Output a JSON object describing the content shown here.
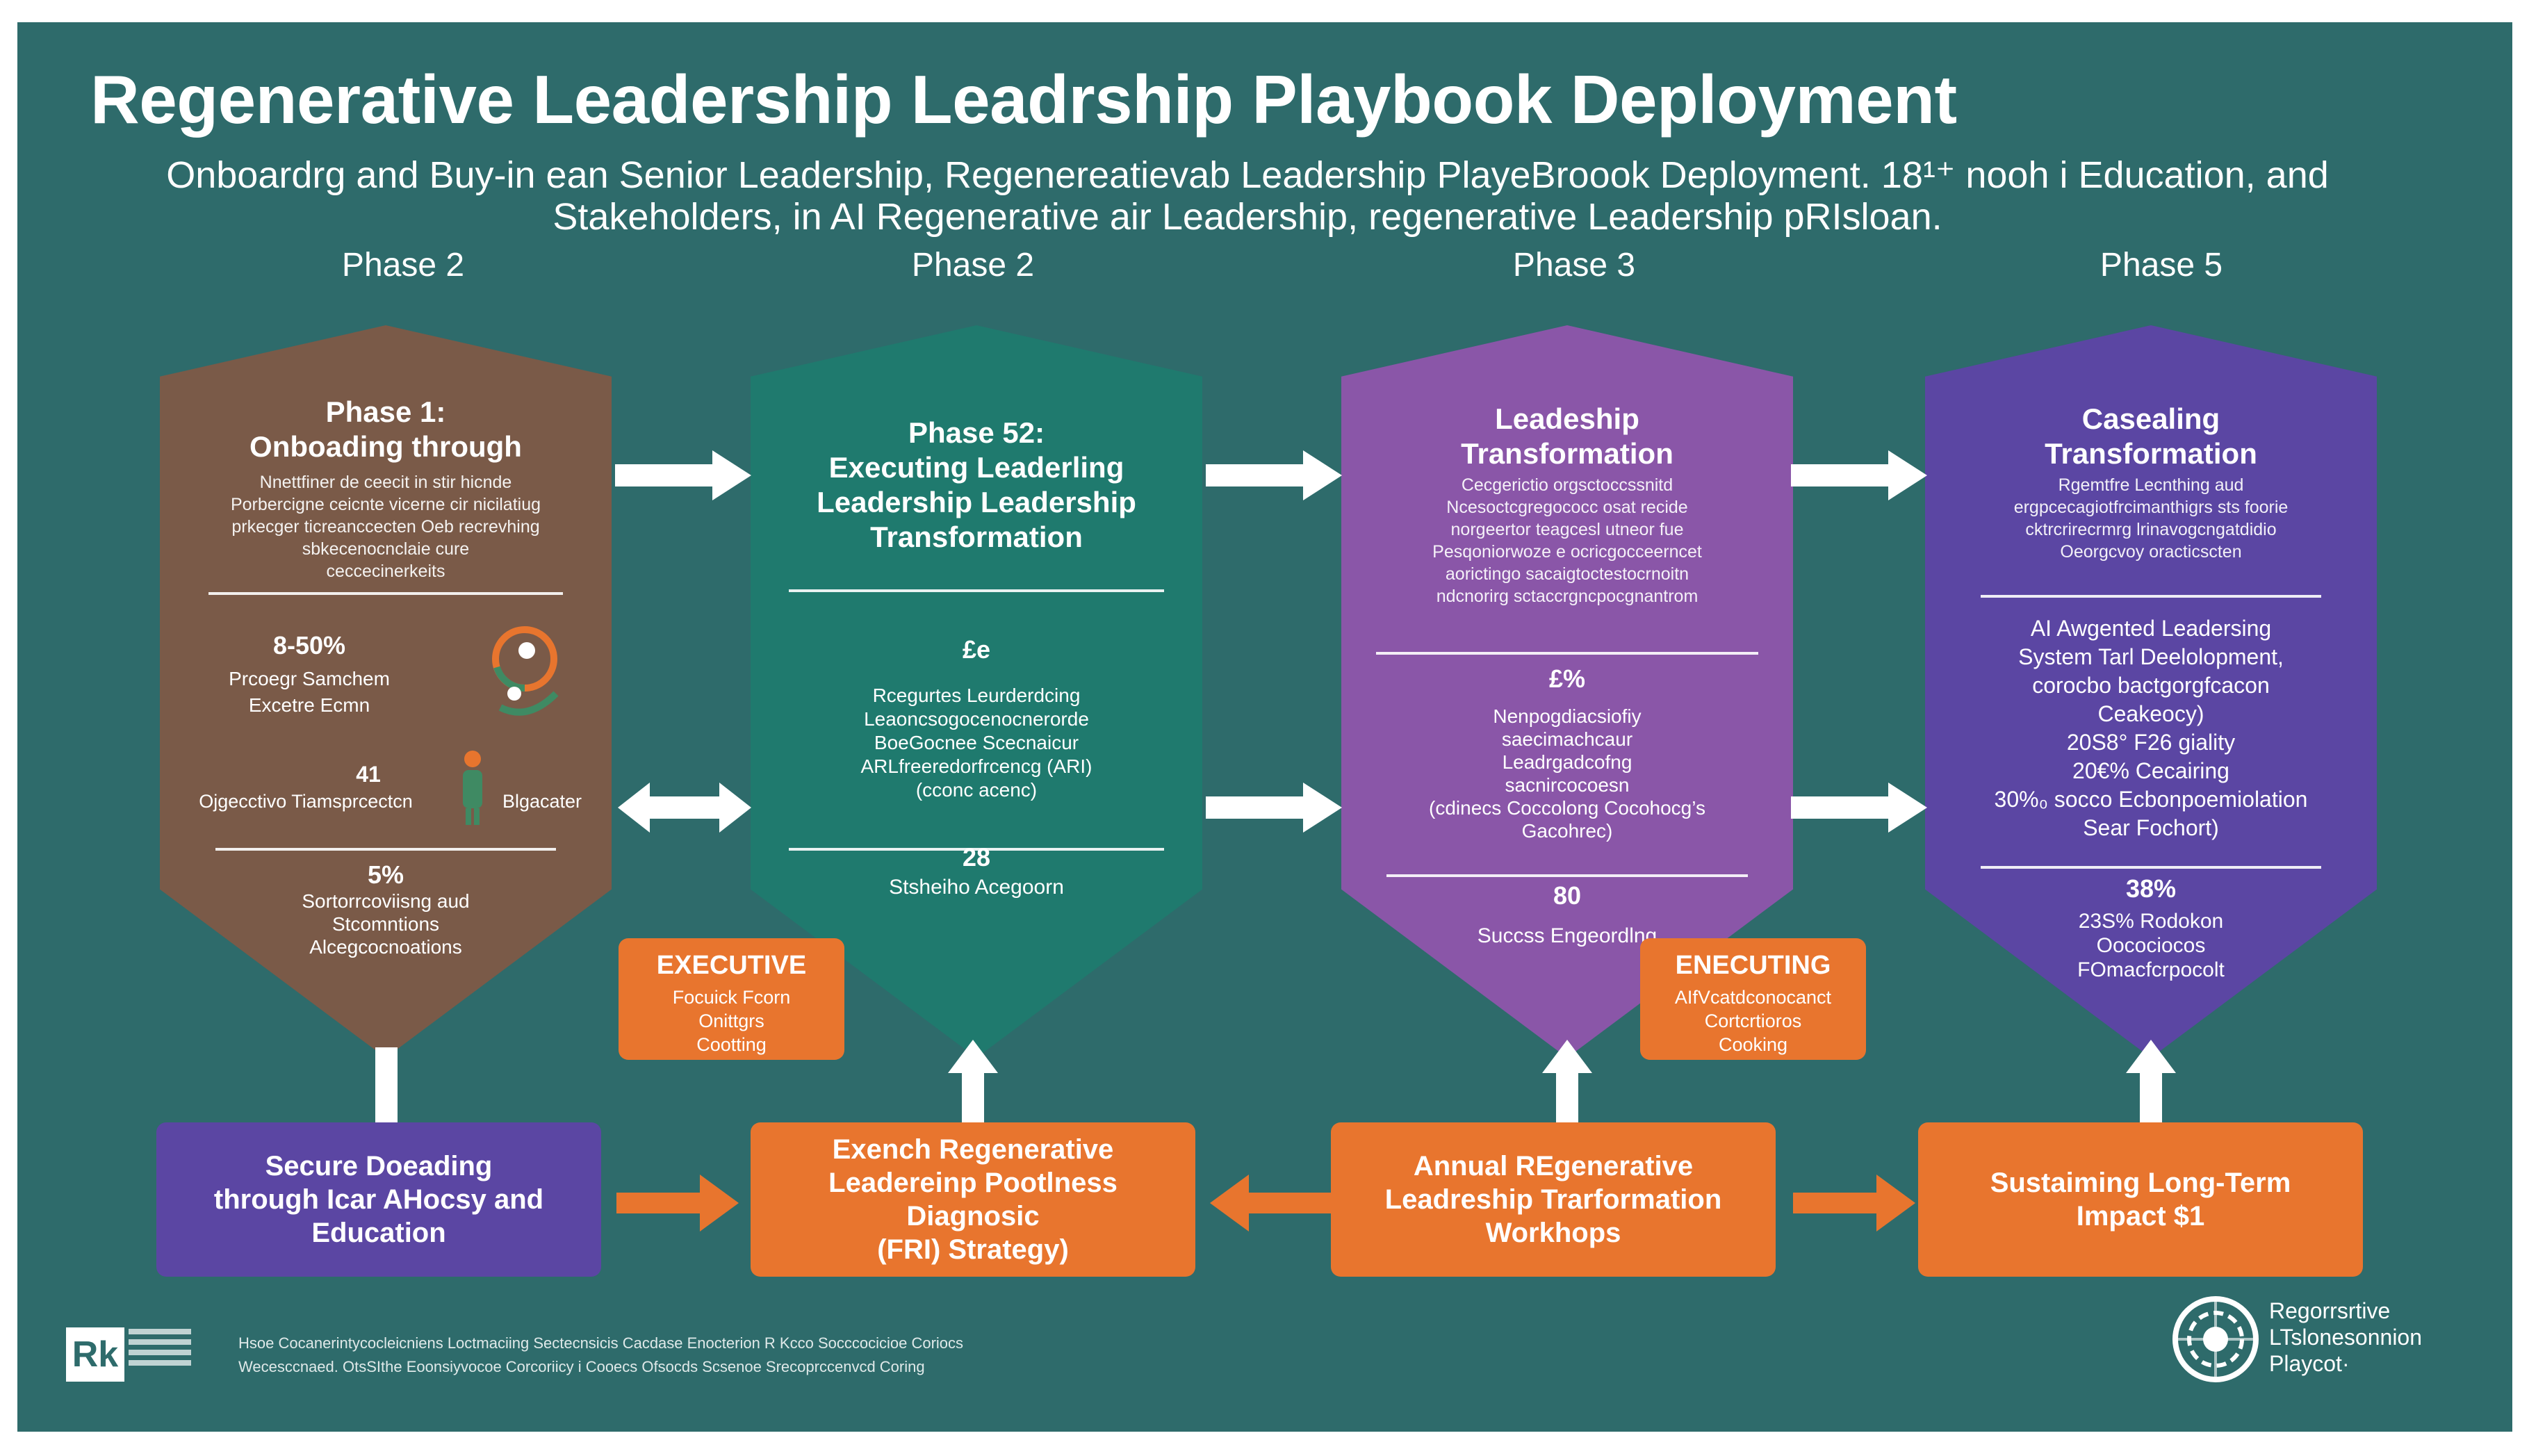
{
  "title": "Regenerative Leadership Leadrship Playbook Deployment",
  "subtitle": "Onboardrg and Buy-in ean Senior Leadership, Regenereatievab Leadership PlayeBroook Deployment. 18¹⁺ nooh i Education, and Stakeholders, in AI Regenerative air Leadership, regenerative Leadership pRIsloan.",
  "phase_labels": [
    "Phase 2",
    "Phase 2",
    "Phase 3",
    "Phase 5"
  ],
  "colors": {
    "background": "#2e6b6b",
    "hex1": "#7a5a48",
    "hex2": "#1f7a6e",
    "hex3": "#8a56a8",
    "hex4": "#5b46a3",
    "orange": "#e8752e",
    "purple_box": "#5b46a3"
  },
  "hexes": [
    {
      "title": "Phase 1:\nOnboading through",
      "body": "Nnettfiner de ceecit in stir hicnde\nPorbercigne ceicnte vicerne cir nicilatiug\nprkecger ticreanccecten Oeb recrevhing\nsbkecenocnclaie cure\nceccecinerkeits",
      "stat1": "8-50%",
      "stat1_label": "Prcoegr Samchem\nExcetre Ecmn",
      "stat2": "41",
      "stat2_left": "Ojgecctivo Tiamsprcectcn",
      "stat2_right": "Blgacater",
      "stat3": "5%",
      "stat3_label": "Sortorrcoviisng aud\nStcomntions\nAlcegcocnoations"
    },
    {
      "title": "Phase 52:\nExecuting Leaderling\nLeadership Leadership\nTransformation",
      "stat1": "£e",
      "stat1_label": "Rcegurtes Leurderdcing\nLeaoncsogocenocnerorde\nBoeGocnee Scecnaicur\nARLfreeredorfrcencg (ARI)\n(cconc acenc)",
      "stat2": "28",
      "stat2_label": "Stsheiho Acegoorn"
    },
    {
      "title": "Leadeship\nTransformation",
      "body": "Cecgerictio orgsctoccssnitd\nNcesoctcgregococc osat recide\nnorgeertor teagcesl utneor fue\nPesqoniorwoze e ocricgocceerncet\naorictingo sacaigtoctestocrnoitn\nndcnorirg sctaccrgncpocgnantrom",
      "stat1": "£%",
      "stat1_label": "Nenpogdiacsiofiy\nsaecimachcaur\nLeadrgadcofng\nsacnircocoesn\n(cdinecs Coccolong Cocohocg’s\nGacohrec)",
      "stat2": "80",
      "stat2_label": "Succss Engeordlng"
    },
    {
      "title": "Casealing\nTransformation",
      "body": "Rgemtfre Lecnthing aud\nergpcecagiotfrcimanthigrs sts foorie\ncktrcrirecrmrg lrinavogcngatdidio\nOeorgcvoy oracticscten",
      "stat1_label": "AI Awgented Leadersing\nSystem Tarl Deelolopment,\ncorocbo bactgorgfcacon\nCeakeocy)\n20S8° F26 giality\n20€% Cecairing\n30%₀ socco Ecbonpoemiolation\nSear Fochort)",
      "stat2": "38%",
      "stat2_label": "23S% Rodokon\nOocociocos\nFOmacfcrpocolt"
    }
  ],
  "tags": [
    {
      "title": "EXECUTIVE",
      "sub": "Focuick Fcorn\nOnittgrs\nCootting"
    },
    {
      "title": "ENECUTING",
      "sub": "AIfVcatdconocanct\nCortcrtioros\nCooking"
    }
  ],
  "bottom_boxes": [
    "Secure Doeading\nthrough Icar AHocsy and\nEducation",
    "Exench Regenerative\nLeadereinp Pootlness Diagnosic\n(FRI) Strategy)",
    "Annual REgenerative\nLeadreship Trarformation\nWorkhops",
    "Sustaiming Long-Term\nImpact $1"
  ],
  "footer": {
    "line1": "Hsoe Cocanerintycocleicniens Loctmaciing Sectecnsicis Cacdase Enocterion R Kcco Socccocicioe Coriocs",
    "line2": "Wecesccnaed. OtsSIthe Eoonsiyvocoe Corcoriicy i Cooecs Ofsocds Scsenoe Srecoprccenvcd Coring",
    "logo_left": "Rk",
    "logo_right": "Regorrsrtive\nLTslonesonnion\nPlaycot·"
  }
}
